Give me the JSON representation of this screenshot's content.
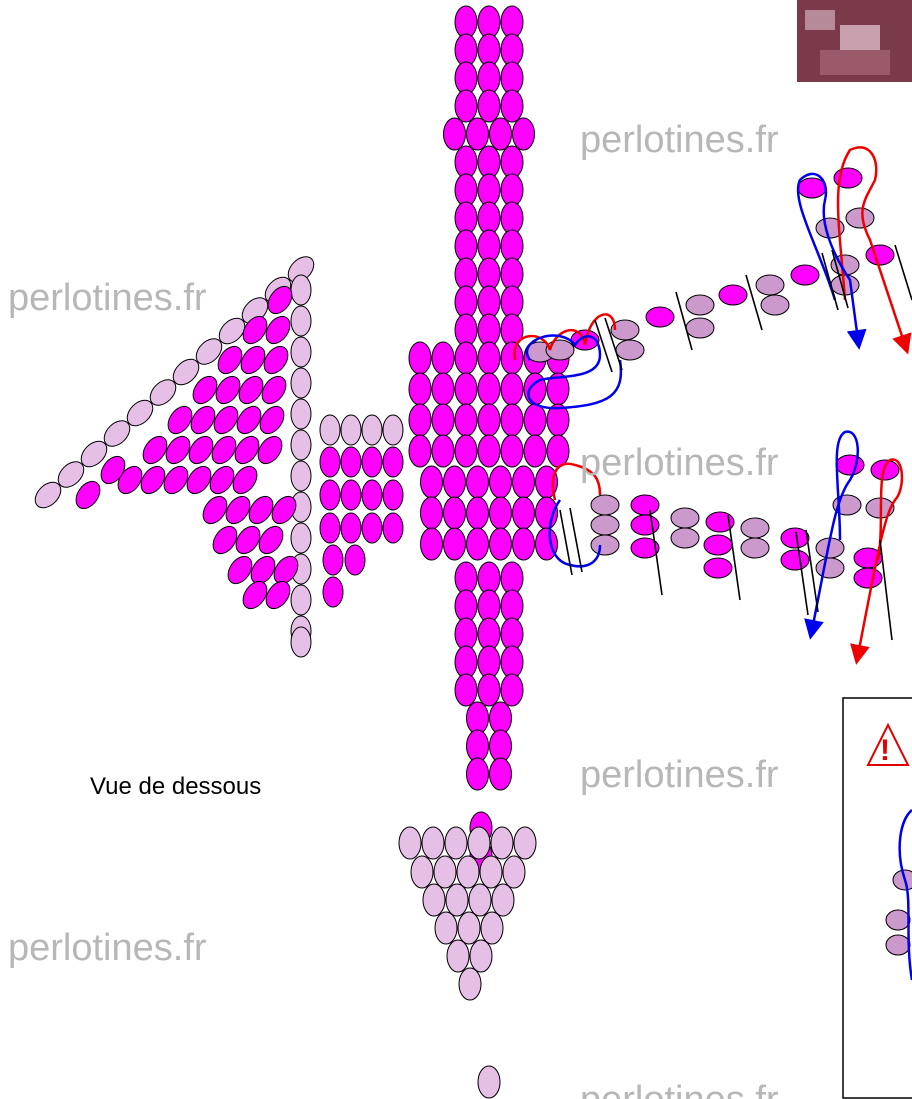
{
  "caption": "Vue de dessous",
  "watermark": "perlotines.fr",
  "warning": {
    "symbol": "!"
  },
  "colors": {
    "bead_magenta": "#ff00ff",
    "bead_mauve": "#cc99cc",
    "bead_pale": "#e6bfe6",
    "bead_outline": "#000000",
    "thread_red": "#ee0000",
    "thread_blue": "#0000ee",
    "watermark_gray": "#b7b7b7"
  },
  "icons": [
    "warning-triangle-icon",
    "photo-thumbnail"
  ]
}
